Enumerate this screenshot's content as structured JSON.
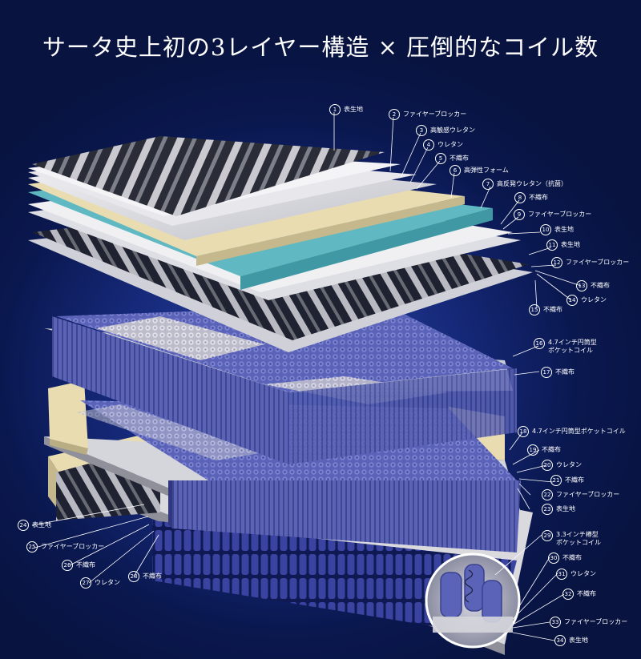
{
  "title": "サータ史上初の3レイヤー構造 × 圧倒的なコイル数",
  "labels": [
    {
      "num": "1",
      "lines": [
        "表生地"
      ]
    },
    {
      "num": "2",
      "lines": [
        "ファイヤーブロッカー"
      ]
    },
    {
      "num": "3",
      "lines": [
        "高触感ウレタン"
      ]
    },
    {
      "num": "4",
      "lines": [
        "ウレタン"
      ]
    },
    {
      "num": "5",
      "lines": [
        "不織布"
      ]
    },
    {
      "num": "6",
      "lines": [
        "高弾性フォーム"
      ]
    },
    {
      "num": "7",
      "lines": [
        "高反発ウレタン（抗菌）"
      ]
    },
    {
      "num": "8",
      "lines": [
        "不織布"
      ]
    },
    {
      "num": "9",
      "lines": [
        "ファイヤーブロッカー"
      ]
    },
    {
      "num": "10",
      "lines": [
        "表生地"
      ]
    },
    {
      "num": "11",
      "lines": [
        "表生地"
      ]
    },
    {
      "num": "12",
      "lines": [
        "ファイヤーブロッカー"
      ]
    },
    {
      "num": "13",
      "lines": [
        "不織布"
      ]
    },
    {
      "num": "14",
      "lines": [
        "ウレタン"
      ]
    },
    {
      "num": "15",
      "lines": [
        "不織布"
      ]
    },
    {
      "num": "16",
      "lines": [
        "4.7インチ円筒型",
        "ポケットコイル"
      ]
    },
    {
      "num": "17",
      "lines": [
        "不織布"
      ]
    },
    {
      "num": "18",
      "lines": [
        "4.7インチ円筒型ポケットコイル"
      ]
    },
    {
      "num": "19",
      "lines": [
        "不織布"
      ]
    },
    {
      "num": "20",
      "lines": [
        "ウレタン"
      ]
    },
    {
      "num": "21",
      "lines": [
        "不織布"
      ]
    },
    {
      "num": "22",
      "lines": [
        "ファイヤーブロッカー"
      ]
    },
    {
      "num": "23",
      "lines": [
        "表生地"
      ]
    },
    {
      "num": "24",
      "lines": [
        "表生地"
      ]
    },
    {
      "num": "25",
      "lines": [
        "ファイヤーブロッカー"
      ]
    },
    {
      "num": "26",
      "lines": [
        "不織布"
      ]
    },
    {
      "num": "27",
      "lines": [
        "ウレタン"
      ]
    },
    {
      "num": "28",
      "lines": [
        "不織布"
      ]
    },
    {
      "num": "29",
      "lines": [
        "3.3インチ樽型",
        "ポケットコイル"
      ]
    },
    {
      "num": "30",
      "lines": [
        "不織布"
      ]
    },
    {
      "num": "31",
      "lines": [
        "ウレタン"
      ]
    },
    {
      "num": "32",
      "lines": [
        "不織布"
      ]
    },
    {
      "num": "33",
      "lines": [
        "ファイヤーブロッカー"
      ]
    },
    {
      "num": "34",
      "lines": [
        "表生地"
      ]
    }
  ],
  "colors": {
    "background": "#0a1850",
    "coil_blue": "#5a63b8",
    "coil_light": "#c9c8d6",
    "foam_cream": "#e9dcb0",
    "foam_teal": "#5fb8c2",
    "fabric_dark": "#2a2d38",
    "label_text": "#ffffff"
  }
}
